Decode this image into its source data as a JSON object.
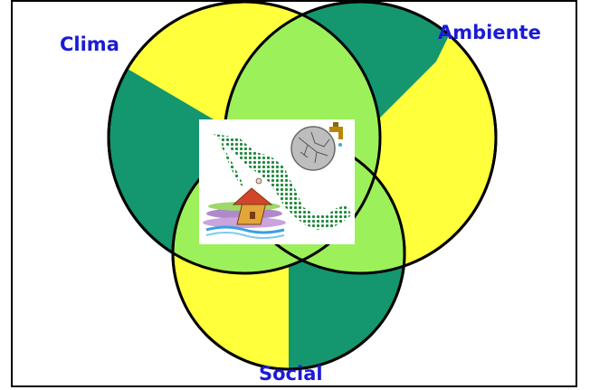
{
  "labels": {
    "clima": "Clima",
    "ambiente": "Ambiente",
    "social": "Social"
  },
  "colors": {
    "dark_green": "#14966e",
    "yellow": "#ffff3c",
    "light_green": "#9cf05a",
    "label_blue": "#1b1bd6",
    "outline": "#000000"
  },
  "center_image": {
    "content": "map of Mexico, cracked dry earth sphere with water faucet, flooded house"
  }
}
